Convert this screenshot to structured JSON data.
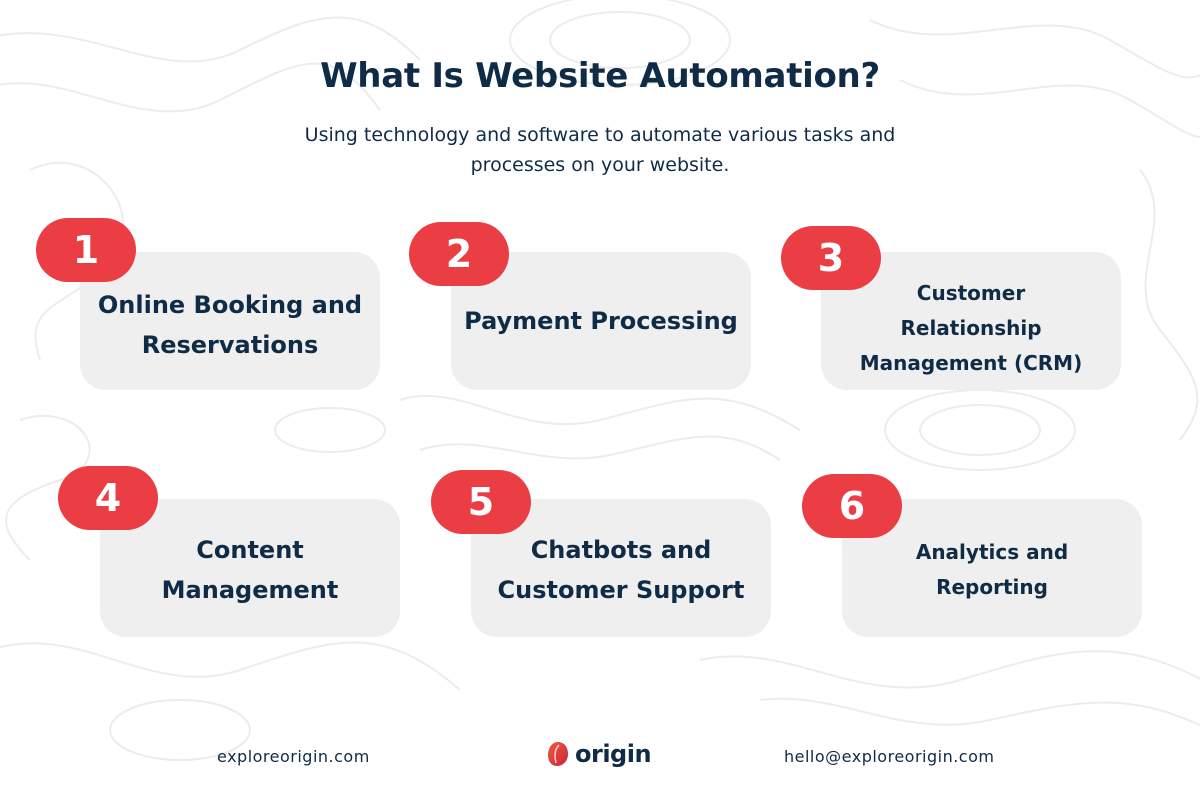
{
  "header": {
    "title": "What Is Website Automation?",
    "subtitle": "Using technology and software to automate various tasks and processes on your website."
  },
  "steps": [
    {
      "number": "1",
      "label": "Online Booking and Reservations"
    },
    {
      "number": "2",
      "label": "Payment Processing"
    },
    {
      "number": "3",
      "label": "Customer Relationship Management (CRM)"
    },
    {
      "number": "4",
      "label": "Content Management"
    },
    {
      "number": "5",
      "label": "Chatbots and Customer Support"
    },
    {
      "number": "6",
      "label": "Analytics and Reporting"
    }
  ],
  "footer": {
    "website": "exploreorigin.com",
    "logo_text": "origin",
    "email": "hello@exploreorigin.com"
  },
  "colors": {
    "navy": "#0f2b46",
    "badge_red": "#ea3d44",
    "card_gray": "#efefef"
  },
  "icons": [
    "origin-logo-icon",
    "topographic-background"
  ]
}
